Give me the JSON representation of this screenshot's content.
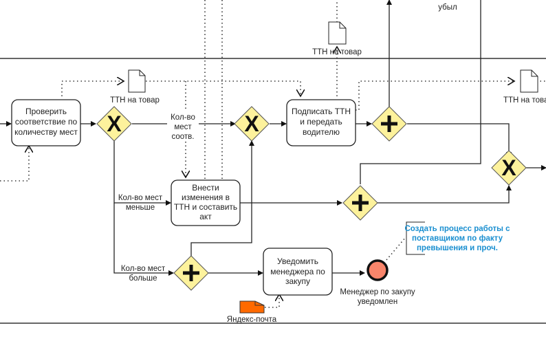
{
  "diagram": {
    "type": "BPMN process fragment",
    "tasks": [
      {
        "id": "check",
        "lines": [
          "Проверить",
          "соответствие по",
          "количеству мест"
        ]
      },
      {
        "id": "sign",
        "lines": [
          "Подписать ТТН",
          "и передать",
          "водителю"
        ]
      },
      {
        "id": "amend",
        "lines": [
          "Внести",
          "изменения в",
          "ТТН и составить",
          "акт"
        ]
      },
      {
        "id": "notify",
        "lines": [
          "Уведомить",
          "менеджера по",
          "закупу"
        ]
      }
    ],
    "gateways": {
      "xor_check": {
        "kind": "exclusive",
        "symbol": "X"
      },
      "xor_merge": {
        "kind": "exclusive",
        "symbol": "X"
      },
      "and_sign": {
        "kind": "parallel",
        "symbol": "+"
      },
      "and_amend": {
        "kind": "parallel",
        "symbol": "+"
      },
      "and_more": {
        "kind": "parallel",
        "symbol": "+"
      },
      "xor_final": {
        "kind": "exclusive",
        "symbol": "X"
      }
    },
    "flow_labels": {
      "equal": [
        "Кол-во",
        "мест",
        "соотв."
      ],
      "less": [
        "Кол-во мест",
        "меньше"
      ],
      "more": [
        "Кол-во мест",
        "больше"
      ]
    },
    "documents": [
      {
        "id": "ttn1",
        "label": "ТТН на товар"
      },
      {
        "id": "ttn2",
        "label": "ТТН на товар"
      },
      {
        "id": "ttn3",
        "label": "ТТН на товар"
      },
      {
        "id": "mail",
        "label": "Яндекс-почта"
      }
    ],
    "end_event": {
      "lines": [
        "Менеджер по закупу",
        "уведомлен"
      ]
    },
    "top_partial_label": "убыл",
    "annotation": {
      "lines": [
        "Создать процесс работы с",
        "поставщиком по факту",
        "превышения и проч."
      ]
    },
    "colors": {
      "gateway_fill": "#fdf29c",
      "end_event_fill": "#f9856b",
      "mail_fill": "#ff6a00",
      "annotation_text": "#1a8fd0"
    }
  }
}
